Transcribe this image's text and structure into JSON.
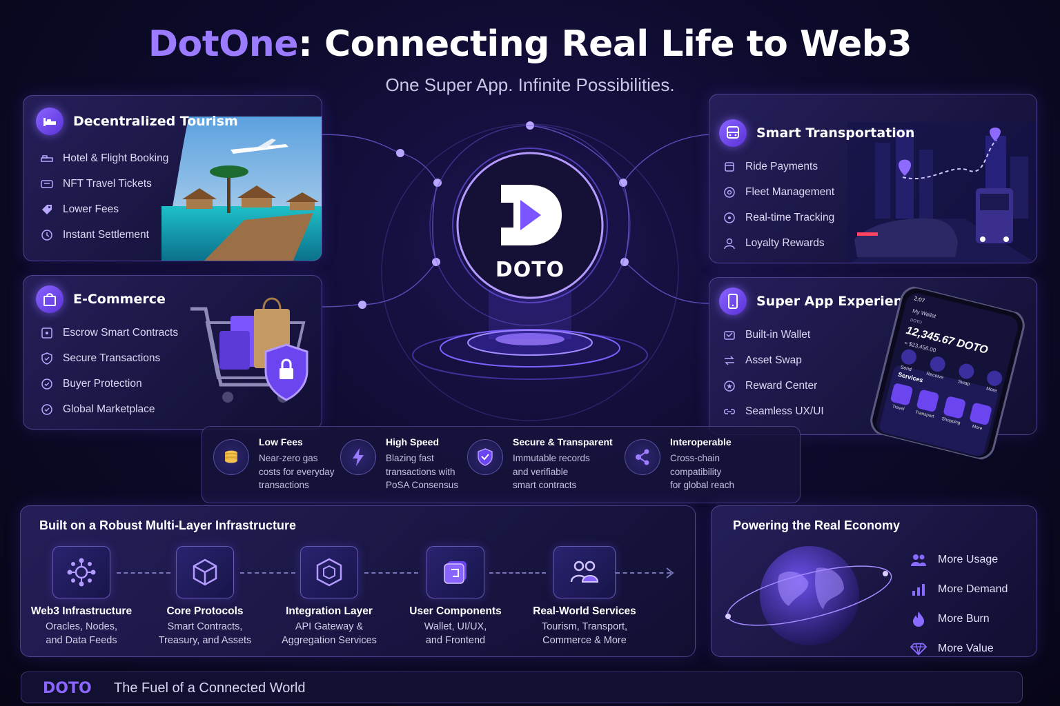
{
  "header": {
    "title_brand": "DotOne",
    "title_rest": ": Connecting Real Life to Web3",
    "subtitle": "One Super App. Infinite Possibilities."
  },
  "hub": {
    "label": "DOTO"
  },
  "tourism": {
    "title": "Decentralized Tourism",
    "items": [
      {
        "label": "Hotel & Flight Booking",
        "icon": "bed-icon"
      },
      {
        "label": "NFT Travel Tickets",
        "icon": "ticket-icon"
      },
      {
        "label": "Lower Fees",
        "icon": "tag-icon"
      },
      {
        "label": "Instant Settlement",
        "icon": "clock-icon"
      }
    ]
  },
  "ecommerce": {
    "title": "E-Commerce",
    "items": [
      {
        "label": "Escrow Smart Contracts",
        "icon": "contract-icon"
      },
      {
        "label": "Secure Transactions",
        "icon": "shield-check-icon"
      },
      {
        "label": "Buyer Protection",
        "icon": "shield-icon"
      },
      {
        "label": "Global Marketplace",
        "icon": "globe-check-icon"
      }
    ]
  },
  "transport": {
    "title": "Smart Transportation",
    "items": [
      {
        "label": "Ride Payments",
        "icon": "card-icon"
      },
      {
        "label": "Fleet Management",
        "icon": "gear-icon"
      },
      {
        "label": "Real-time Tracking",
        "icon": "target-icon"
      },
      {
        "label": "Loyalty Rewards",
        "icon": "user-icon"
      }
    ]
  },
  "superapp": {
    "title": "Super App Experience",
    "items": [
      {
        "label": "Built-in Wallet",
        "icon": "wallet-icon"
      },
      {
        "label": "Asset Swap",
        "icon": "swap-icon"
      },
      {
        "label": "Reward Center",
        "icon": "star-icon"
      },
      {
        "label": "Seamless UX/UI",
        "icon": "link-icon"
      }
    ],
    "phone": {
      "time": "2:07",
      "header": "My Wallet",
      "balance_small": "DOTO",
      "balance": "12,345.67 DOTO",
      "usd": "≈ $23,456.00",
      "actions": [
        "Send",
        "Receive",
        "Swap",
        "More"
      ],
      "services_title": "Services",
      "services": [
        "Travel",
        "Transport",
        "Shopping",
        "More"
      ]
    }
  },
  "features": [
    {
      "title": "Low Fees",
      "desc": [
        "Near-zero gas",
        "costs for everyday",
        "transactions"
      ],
      "icon": "coins-icon",
      "color": "#f2c14e"
    },
    {
      "title": "High Speed",
      "desc": [
        "Blazing fast",
        "transactions with",
        "PoSA Consensus"
      ],
      "icon": "lightning-icon",
      "color": "#9b7bff"
    },
    {
      "title": "Secure & Transparent",
      "desc": [
        "Immutable records",
        "and verifiable",
        "smart contracts"
      ],
      "icon": "shield-check-icon",
      "color": "#9b7bff"
    },
    {
      "title": "Interoperable",
      "desc": [
        "Cross-chain",
        "compatibility",
        "for global reach"
      ],
      "icon": "network-icon",
      "color": "#9b7bff"
    }
  ],
  "infrastructure": {
    "title": "Built on a Robust Multi-Layer Infrastructure",
    "layers": [
      {
        "name": "Web3 Infrastructure",
        "desc": [
          "Oracles, Nodes,",
          "and Data Feeds"
        ],
        "icon": "network-hub-icon"
      },
      {
        "name": "Core Protocols",
        "desc": [
          "Smart Contracts,",
          "Treasury, and Assets"
        ],
        "icon": "cube-icon"
      },
      {
        "name": "Integration Layer",
        "desc": [
          "API Gateway &",
          "Aggregation Services"
        ],
        "icon": "hex-cube-icon"
      },
      {
        "name": "User Components",
        "desc": [
          "Wallet, UI/UX,",
          "and Frontend"
        ],
        "icon": "layers-icon"
      },
      {
        "name": "Real-World Services",
        "desc": [
          "Tourism, Transport,",
          "Commerce & More"
        ],
        "icon": "people-icon"
      }
    ]
  },
  "economy": {
    "title": "Powering the Real Economy",
    "items": [
      {
        "label": "More Usage",
        "icon": "users-icon"
      },
      {
        "label": "More Demand",
        "icon": "bar-chart-icon"
      },
      {
        "label": "More Burn",
        "icon": "flame-icon"
      },
      {
        "label": "More Value",
        "icon": "diamond-icon"
      }
    ]
  },
  "footer": {
    "brand": "DOTO",
    "tagline": "The Fuel of a Connected World"
  },
  "colors": {
    "accent": "#8a64ff",
    "background": "#0b0a24",
    "gold": "#f2c14e"
  }
}
